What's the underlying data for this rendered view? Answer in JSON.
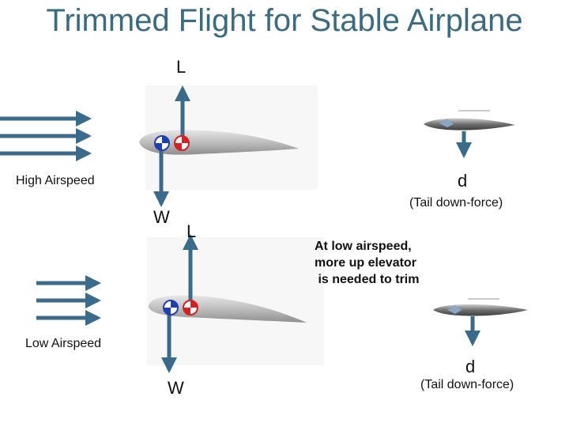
{
  "title": "Trimmed Flight for Stable Airplane",
  "colors": {
    "title": "#3a6b7f",
    "arrow": "#3a6b8a",
    "cg_blue": "#1f3fb0",
    "cp_red": "#d42222",
    "airfoil": "#b8b8b8",
    "tail_fuselage": "#7a7a7a"
  },
  "high_speed": {
    "section_label": "High Airspeed",
    "lift_label": "L",
    "weight_label": "W",
    "tail_force_label": "d",
    "tail_note": "(Tail down-force)"
  },
  "low_speed": {
    "section_label": "Low Airspeed",
    "lift_label": "L",
    "weight_label": "W",
    "tail_force_label": "d",
    "tail_note": "(Tail down-force)"
  },
  "annotation": {
    "line1": "At low airspeed,",
    "line2": "more up elevator",
    "line3": " is needed to trim"
  }
}
